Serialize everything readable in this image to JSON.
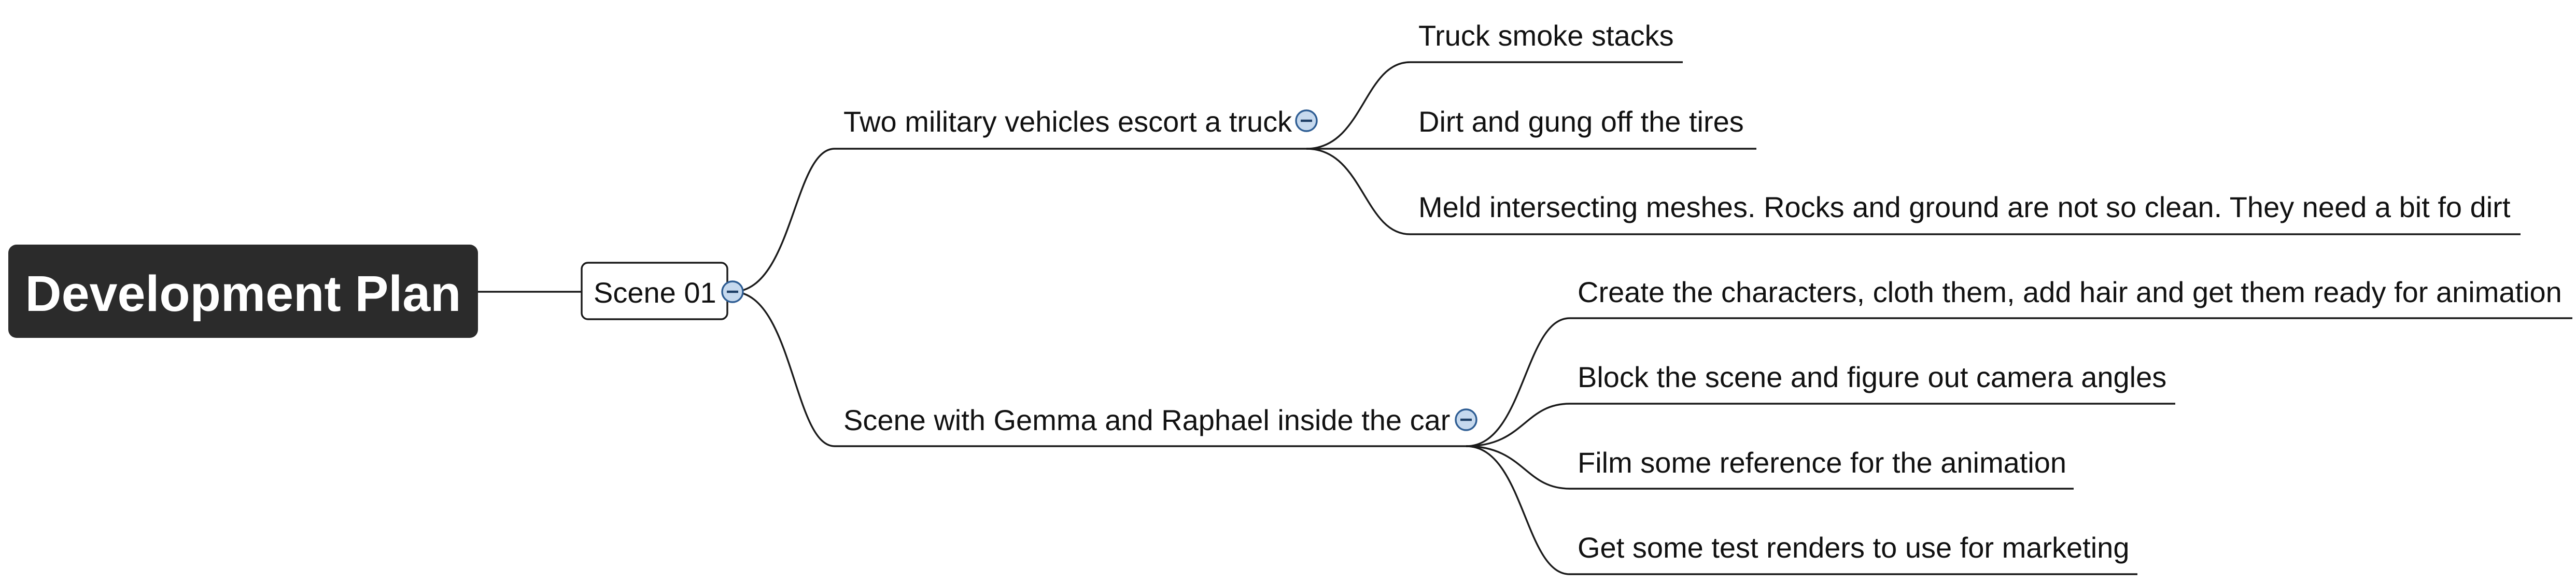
{
  "root": {
    "label": "Development Plan",
    "children": [
      {
        "label": "Scene 01",
        "collapse_icon": "collapse-minus-icon",
        "children": [
          {
            "label": "Two military vehicles escort a truck",
            "collapse_icon": "collapse-minus-icon",
            "children": [
              {
                "label": "Truck smoke stacks"
              },
              {
                "label": "Dirt and gung off the tires"
              },
              {
                "label": "Meld intersecting meshes. Rocks and ground are not so clean. They need a bit fo dirt"
              }
            ]
          },
          {
            "label": "Scene with Gemma and Raphael inside the car",
            "collapse_icon": "collapse-minus-icon",
            "children": [
              {
                "label": "Create the characters, cloth them, add hair and get them ready for animation"
              },
              {
                "label": "Block the scene and figure out camera angles"
              },
              {
                "label": "Film some reference for the animation"
              },
              {
                "label": "Get some test renders to use for marketing"
              }
            ]
          }
        ]
      }
    ]
  },
  "colors": {
    "root_fill": "#2b2b2b",
    "root_text": "#ffffff",
    "line": "#1a1a1a",
    "collapse_fill": "#c6d9ee",
    "collapse_stroke": "#2e5d93"
  }
}
